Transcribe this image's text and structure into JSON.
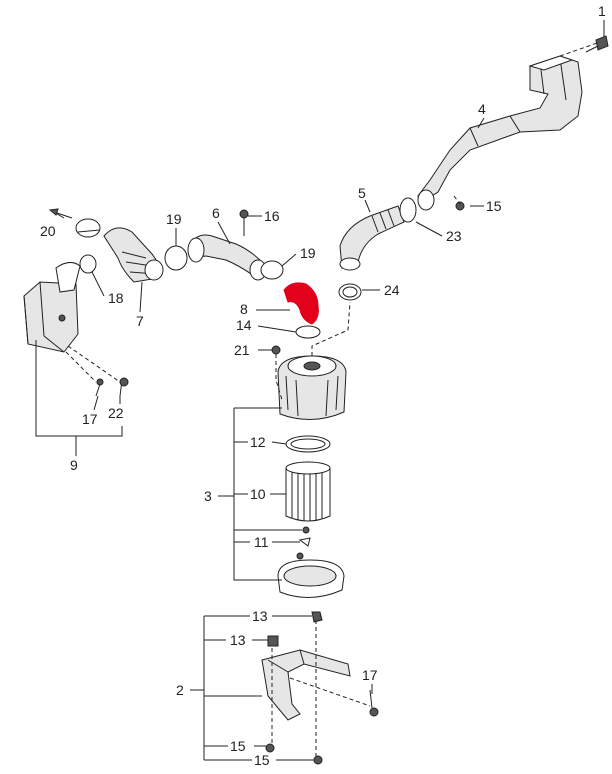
{
  "callouts": {
    "c1": "1",
    "c2": "2",
    "c3": "3",
    "c4": "4",
    "c5": "5",
    "c6": "6",
    "c7": "7",
    "c8": "8",
    "c9": "9",
    "c10": "10",
    "c11": "11",
    "c12": "12",
    "c13a": "13",
    "c13b": "13",
    "c14": "14",
    "c15a": "15",
    "c15b": "15",
    "c15c": "15",
    "c16": "16",
    "c17a": "17",
    "c17b": "17",
    "c18": "18",
    "c19a": "19",
    "c19b": "19",
    "c20": "20",
    "c21": "21",
    "c22": "22",
    "c23": "23",
    "c24": "24"
  },
  "highlight_part": "8",
  "colors": {
    "highlight": "#e3001b",
    "line": "#222222"
  }
}
